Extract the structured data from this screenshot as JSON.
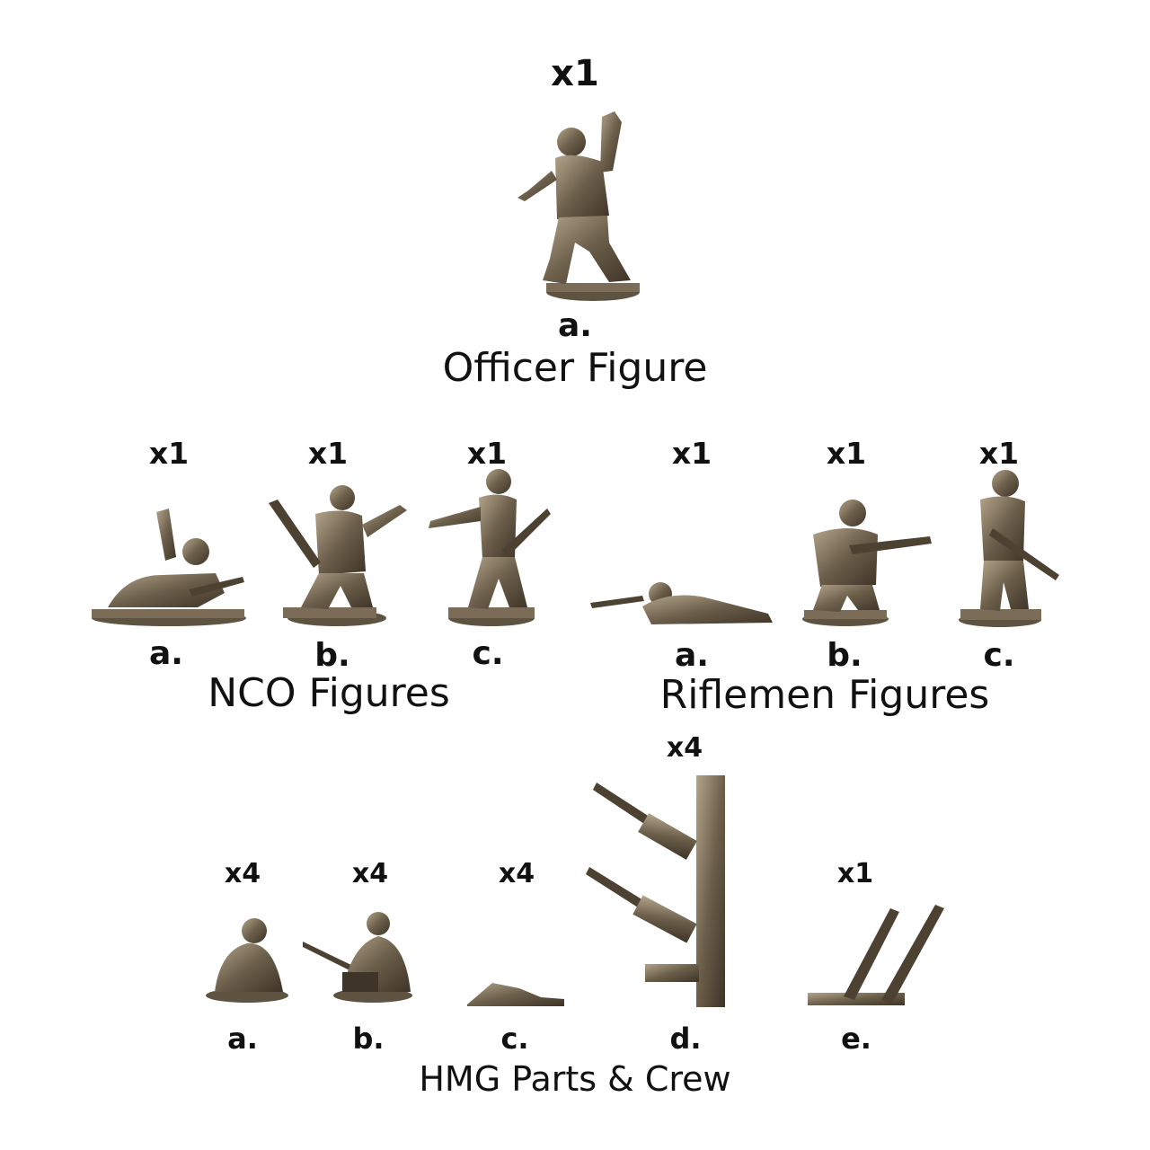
{
  "officer": {
    "title": "Officer Figure",
    "items": [
      {
        "qty": "x1",
        "letter": "a.",
        "icon": "officer-figure"
      }
    ]
  },
  "nco": {
    "title": "NCO Figures",
    "items": [
      {
        "qty": "x1",
        "letter": "a.",
        "icon": "prone-nco-figure"
      },
      {
        "qty": "x1",
        "letter": "b.",
        "icon": "kneeling-nco-figure"
      },
      {
        "qty": "x1",
        "letter": "c.",
        "icon": "walking-nco-figure"
      }
    ]
  },
  "riflemen": {
    "title": "Riflemen Figures",
    "items": [
      {
        "qty": "x1",
        "letter": "a.",
        "icon": "prone-rifleman-figure"
      },
      {
        "qty": "x1",
        "letter": "b.",
        "icon": "kneeling-rifleman-figure"
      },
      {
        "qty": "x1",
        "letter": "c.",
        "icon": "standing-rifleman-figure"
      }
    ]
  },
  "hmg": {
    "title": "HMG Parts & Crew",
    "items": [
      {
        "qty": "x4",
        "letter": "a.",
        "icon": "seated-crew-figure"
      },
      {
        "qty": "x4",
        "letter": "b.",
        "icon": "gunner-crew-figure"
      },
      {
        "qty": "x4",
        "letter": "c.",
        "icon": "ammo-pile-part"
      },
      {
        "qty": "x4",
        "letter": "d.",
        "icon": "machine-gun-sprue"
      },
      {
        "qty": "x1",
        "letter": "e.",
        "icon": "tripod-legs-part"
      }
    ]
  },
  "colors": {
    "metal": "#6b5e4a",
    "metal_light": "#a89a80",
    "metal_dark": "#3e3427",
    "text": "#111111"
  }
}
